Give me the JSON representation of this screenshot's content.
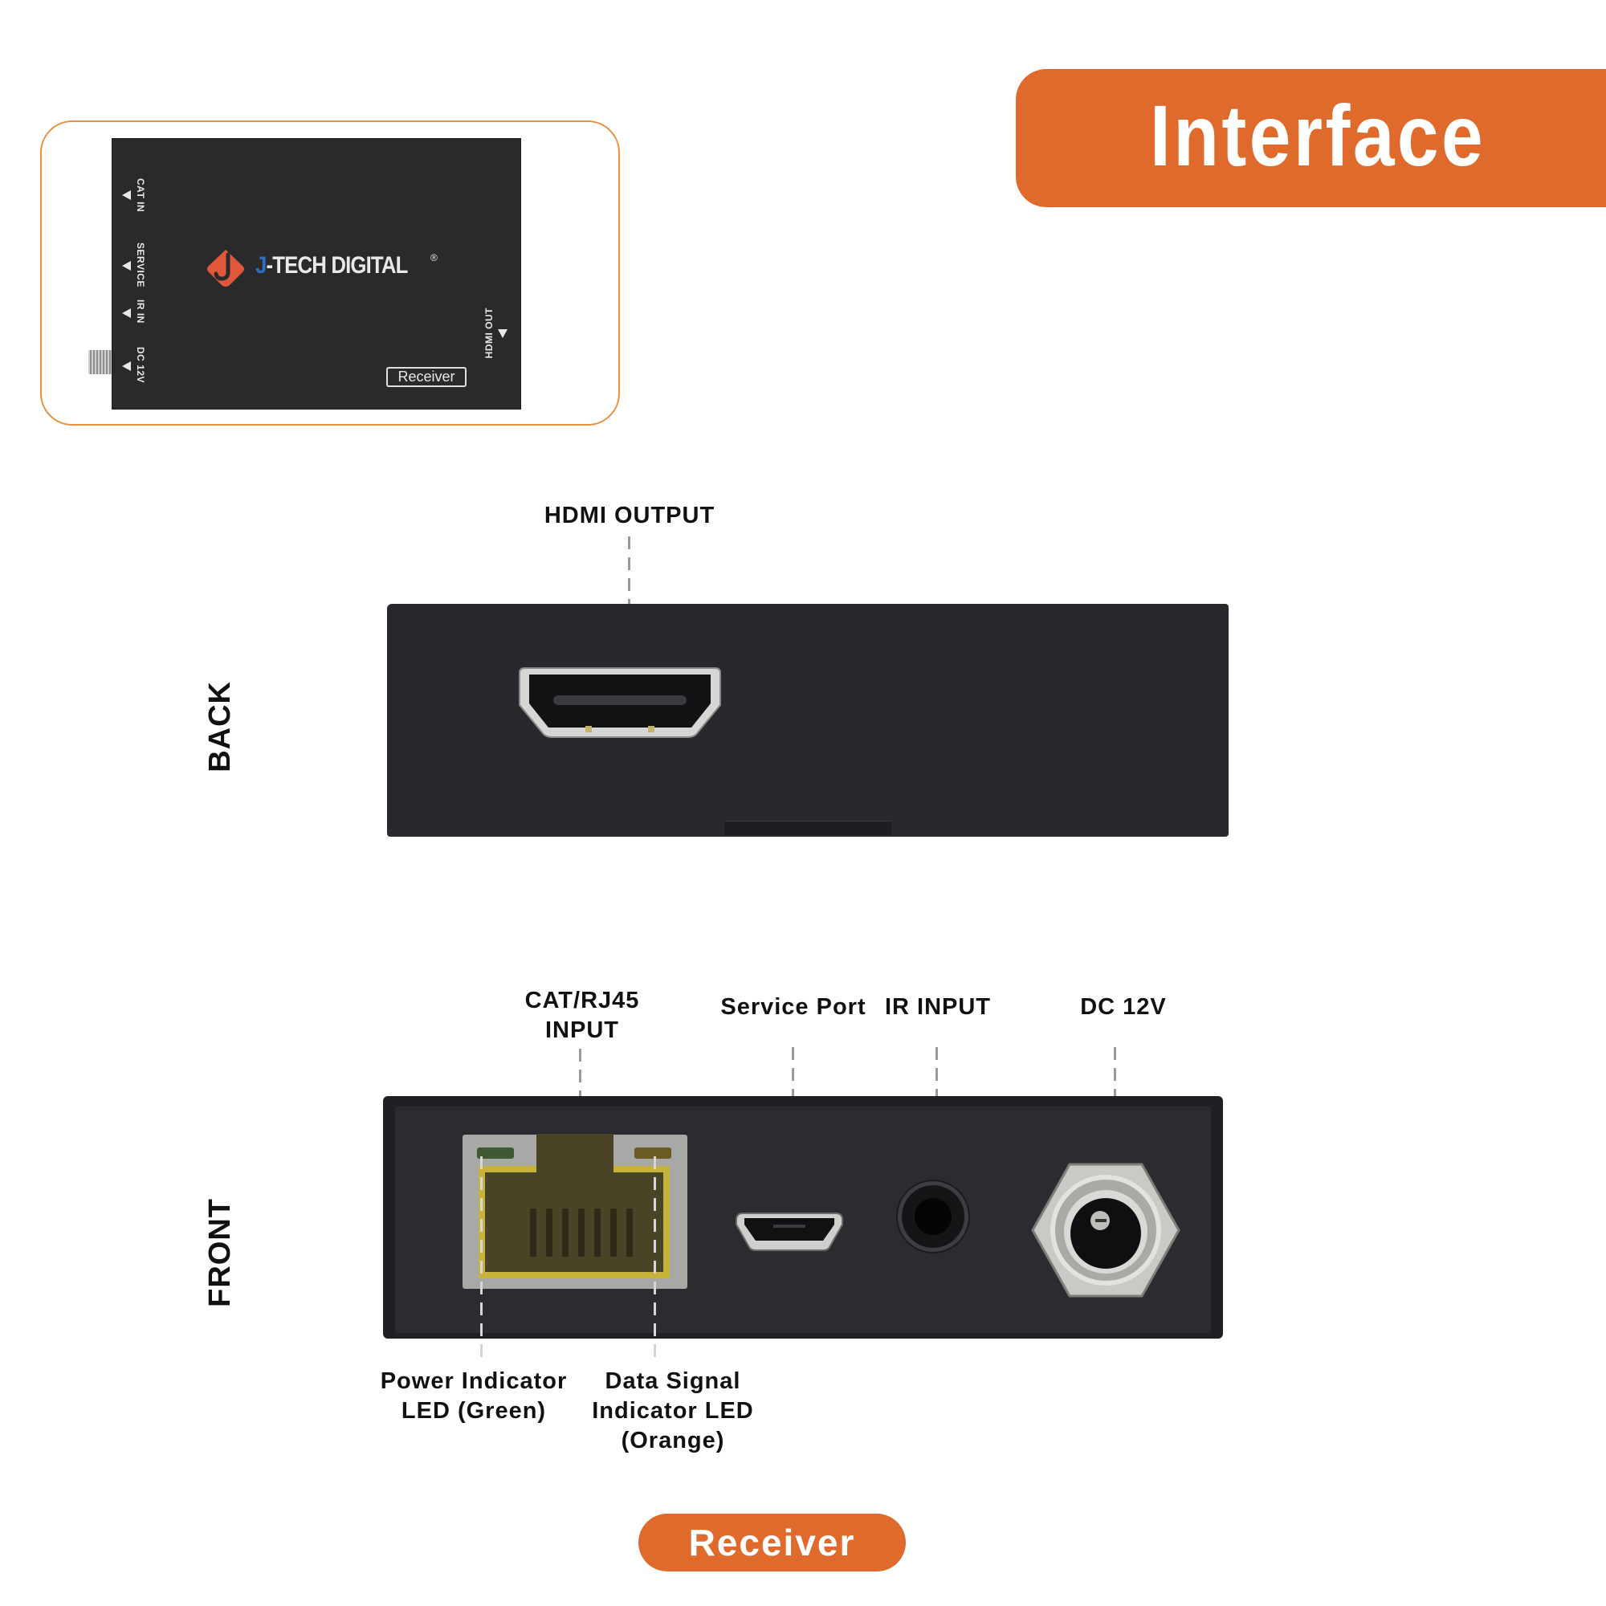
{
  "header": {
    "title": "Interface",
    "accent_color": "#e06a2b"
  },
  "thumbnail": {
    "brand": {
      "prefix": "J",
      "name": "-TECH DIGITAL",
      "registered": "®",
      "logo_color": "#e0583a",
      "j_color": "#2e6fc0"
    },
    "unit_label": "Receiver",
    "port_labels": [
      "CAT IN",
      "SERVICE",
      "IR IN",
      "DC 12V"
    ],
    "hdmi_label": "HDMI OUT",
    "border_color": "#e8923f"
  },
  "views": {
    "back": {
      "label": "BACK",
      "callouts": [
        {
          "id": "hdmi-output",
          "text": "HDMI OUTPUT"
        }
      ]
    },
    "front": {
      "label": "FRONT",
      "callouts_top": [
        {
          "id": "cat-rj45-input",
          "line1": "CAT/RJ45",
          "line2": "INPUT"
        },
        {
          "id": "service-port",
          "text": "Service Port"
        },
        {
          "id": "ir-input",
          "text": "IR INPUT"
        },
        {
          "id": "dc-12v",
          "text": "DC 12V"
        }
      ],
      "callouts_bottom": [
        {
          "id": "power-led",
          "line1": "Power Indicator",
          "line2": "LED (Green)"
        },
        {
          "id": "data-led",
          "line1": "Data Signal",
          "line2": "Indicator LED",
          "line3": "(Orange)"
        }
      ]
    }
  },
  "footer": {
    "badge": "Receiver"
  }
}
